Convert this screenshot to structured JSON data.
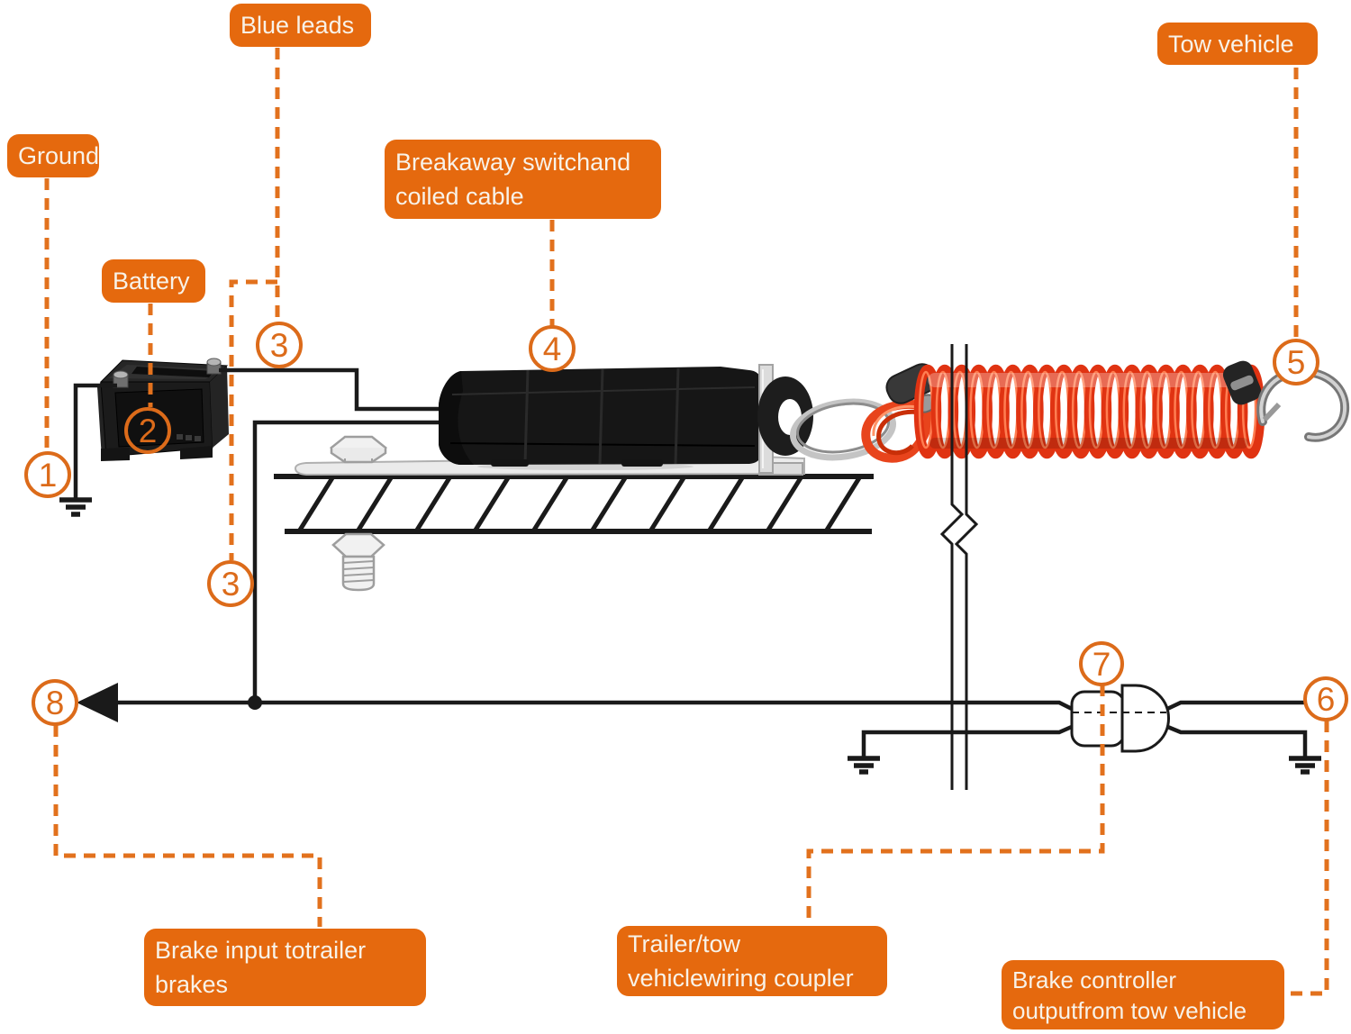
{
  "diagram": {
    "title_hint": "trailer breakaway switch wiring diagram",
    "labels": {
      "ground": {
        "text": "Ground"
      },
      "blue_leads": {
        "text": "Blue leads"
      },
      "battery": {
        "text": "Battery"
      },
      "breakaway": {
        "line1": "Breakaway switchand",
        "line2": "coiled cable"
      },
      "tow_vehicle": {
        "text": "Tow vehicle"
      },
      "brake_input": {
        "line1": "Brake input totrailer",
        "line2": "brakes"
      },
      "coupler": {
        "line1": "Trailer/tow",
        "line2": "vehiclewiring coupler"
      },
      "brake_controller": {
        "line1": "Brake controller",
        "line2": "outputfrom tow vehicle"
      }
    },
    "markers": {
      "m1": "1",
      "m2": "2",
      "m3a": "3",
      "m3b": "3",
      "m4": "4",
      "m5": "5",
      "m6": "6",
      "m7": "7",
      "m8": "8"
    },
    "colors": {
      "callout_orange": "#E5690E",
      "dash_orange": "#E2711D",
      "marker_orange": "#DC6B1A",
      "wire_black": "#1A1A1A",
      "coil_red": "#E03312"
    }
  }
}
